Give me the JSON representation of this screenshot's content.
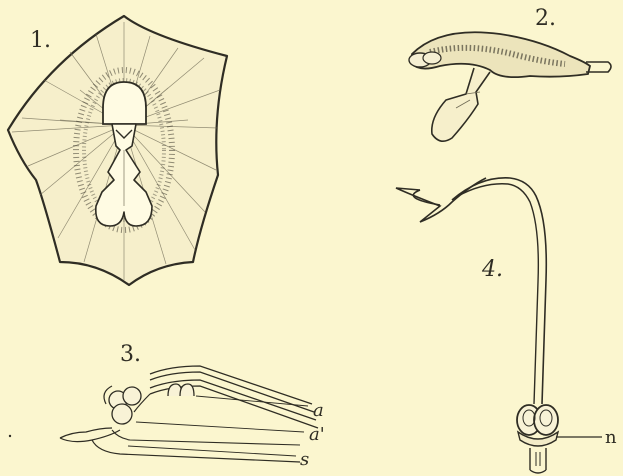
{
  "colors": {
    "paper": "#fbf6cf",
    "ink": "#2f2d24"
  },
  "figures": [
    {
      "number_label": "1.",
      "icon": "flower-front-view-icon"
    },
    {
      "number_label": "2.",
      "icon": "flower-side-view-icon"
    },
    {
      "number_label": "3.",
      "icon": "column-section-icon"
    },
    {
      "number_label": "4.",
      "icon": "pollinium-icon"
    }
  ],
  "annotations": {
    "a": "a",
    "a_prime": "a'",
    "s": "s",
    "n": "n"
  }
}
